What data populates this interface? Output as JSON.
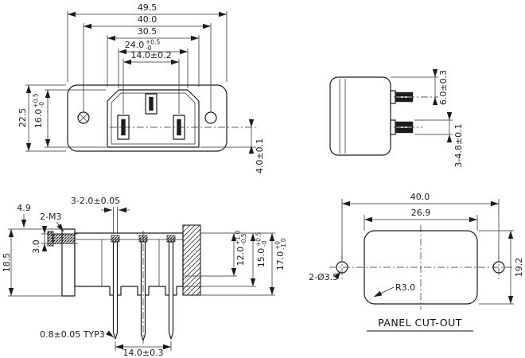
{
  "front_view": {
    "dim_width_overall": "49.5",
    "dim_hole_spacing": "40.0",
    "dim_body_width": "30.5",
    "dim_opening_width": "24.0",
    "dim_opening_width_tol_plus": "+0.5",
    "dim_opening_width_tol_minus": "-0",
    "dim_pin_spacing": "14.0±0.2",
    "dim_height_overall": "22.5",
    "dim_opening_height": "16.0",
    "dim_opening_height_tol_plus": "+0.5",
    "dim_opening_height_tol_minus": "-0",
    "dim_pin_offset": "4.0±0.1"
  },
  "side_view": {
    "dim_pin_position": "6.0±0.3",
    "dim_terminals": "3-4.8±0.1"
  },
  "section_view": {
    "dim_pin_thickness": "3-2.0±0.05",
    "label_screws": "2-M3",
    "dim_flange": "4.9",
    "dim_height": "18.5",
    "dim_screw": "3.0",
    "dim_depth_inner": "12.0",
    "dim_depth_inner_tol_plus": "+1.0",
    "dim_depth_inner_tol_minus": "-0.5",
    "dim_depth_mid": "15.0",
    "dim_depth_mid_tol_plus": "+0.5",
    "dim_depth_mid_tol_minus": "-0",
    "dim_depth_overall": "17.0",
    "dim_depth_overall_tol_plus": "+0",
    "dim_depth_overall_tol_minus": "-1.0",
    "dim_pin_tip": "0.8±0.05 TYP3",
    "dim_pin_row": "14.0±0.3"
  },
  "panel_cutout": {
    "dim_hole_spacing": "40.0",
    "dim_width": "26.9",
    "dim_height": "19.2",
    "label_holes": "2-Ø3.5",
    "label_radius": "R3.0",
    "caption": "PANEL CUT-OUT"
  },
  "colors": {
    "ink": "#1c1c1c",
    "background": "#ffffff"
  }
}
